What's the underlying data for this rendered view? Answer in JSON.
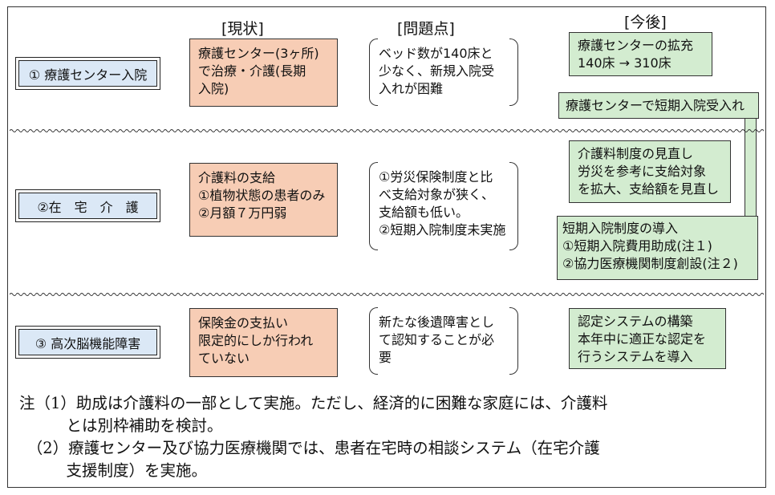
{
  "headers": {
    "current": "[現状]",
    "problem": "[問題点]",
    "future": "[今後]"
  },
  "rows": [
    {
      "label": "① 療護センター入院",
      "current": [
        "療護センター(3ヶ所)",
        "で治療・介護(長期",
        "入院)"
      ],
      "problem": [
        "ベッド数が140床と",
        "少なく、新規入院受",
        "入れが困難"
      ],
      "future": [
        [
          "療護センターの拡充",
          "140床 → 310床"
        ],
        [
          "療護センターで短期入院受入れ"
        ]
      ]
    },
    {
      "label": "②在　宅　介　護",
      "current": [
        "介護料の支給",
        "①植物状態の患者のみ",
        "②月額７万円弱"
      ],
      "problem": [
        "①労災保険制度と比",
        "べ支給対象が狭く、",
        "支給額も低い。",
        "②短期入院制度未実施"
      ],
      "future": [
        [
          "介護料制度の見直し",
          "労災を参考に支給対象",
          "を拡大、支給額を見直し"
        ],
        [
          "短期入院制度の導入",
          "①短期入院費用助成(注１)",
          "②協力医療機関制度創設(注２)"
        ]
      ]
    },
    {
      "label": "③ 高次脳機能障害",
      "current": [
        "保険金の支払い",
        "限定的にしか行われ",
        "ていない"
      ],
      "problem": [
        "新たな後遺障害とし",
        "て認知することが必",
        "要"
      ],
      "future": [
        [
          "認定システムの構築",
          "本年中に適正な認定を",
          "行うシステムを導入"
        ]
      ]
    }
  ],
  "notes": [
    "注（1）助成は介護料の一部として実施。ただし、経済的に困難な家庭には、介護料",
    "　　　とは別枠補助を検討。",
    "　（2）療護センター及び協力医療機関では、患者在宅時の相談システム（在宅介護",
    "　　　支援制度）を実施。"
  ],
  "colors": {
    "label_fill": "#dbe8f6",
    "current_fill": "#f7cdb5",
    "future_fill": "#d3ecd0"
  }
}
